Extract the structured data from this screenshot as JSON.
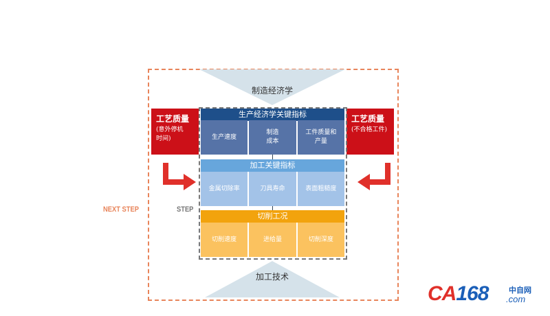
{
  "top_label": "制造经济学",
  "bottom_label": "加工技术",
  "left_box": {
    "title": "工艺质量",
    "subtitle": "(意外停机\n时间)"
  },
  "right_box": {
    "title": "工艺质量",
    "subtitle": "(不合格工件)"
  },
  "tiers": [
    {
      "header": "生产经济学关键指标",
      "cells": [
        "生产速度",
        "制造\n成本",
        "工件质量和\n产量"
      ],
      "header_color": "#1e4f8a",
      "cell_color": "#5673a7"
    },
    {
      "header": "加工关键指标",
      "cells": [
        "金属切除率",
        "刀具寿命",
        "表面粗糙度"
      ],
      "header_color": "#67a6dc",
      "cell_color": "#a3c3e8"
    },
    {
      "header": "切削工况",
      "cells": [
        "切削速度",
        "进给量",
        "切削深度"
      ],
      "header_color": "#f2a30d",
      "cell_color": "#fbc25f"
    }
  ],
  "next_step": "NEXT STEP",
  "step": "STEP",
  "logo": {
    "main": "CA168",
    "cn": "中自网",
    "domain": ".com"
  }
}
